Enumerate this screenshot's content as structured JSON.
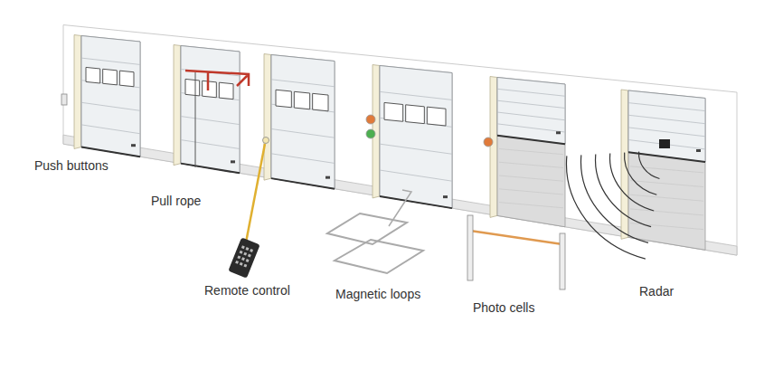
{
  "diagram": {
    "labels": [
      "Push buttons",
      "Pull rope",
      "Remote control",
      "Magnetic loops",
      "Photo cells",
      "Radar"
    ]
  }
}
